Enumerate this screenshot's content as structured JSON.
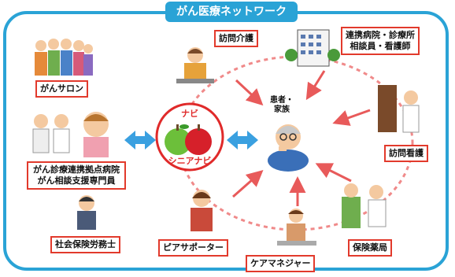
{
  "title": "がん医療ネットワーク",
  "labels": {
    "gan_salon": "がんサロン",
    "houmon_kaigo": "訪問介護",
    "renkei_line1": "連携病院・診療所",
    "renkei_line2": "相談員・看護師",
    "hospital_line1": "がん診療連携拠点病院",
    "hospital_line2": "がん相談支援専門員",
    "sharoushi": "社会保険労務士",
    "peer": "ピアサポーター",
    "care_manager": "ケアマネジャー",
    "houmon_kango": "訪問看護",
    "pharmacy": "保険薬局"
  },
  "navi": {
    "top": "ナビ",
    "bottom": "シニアナビ"
  },
  "center": {
    "line1": "患者・",
    "line2": "家族"
  },
  "colors": {
    "frame": "#2aa3d6",
    "label_border": "#e23a2c",
    "arrow": "#e85a5a",
    "navi_red": "#e02a2a"
  }
}
